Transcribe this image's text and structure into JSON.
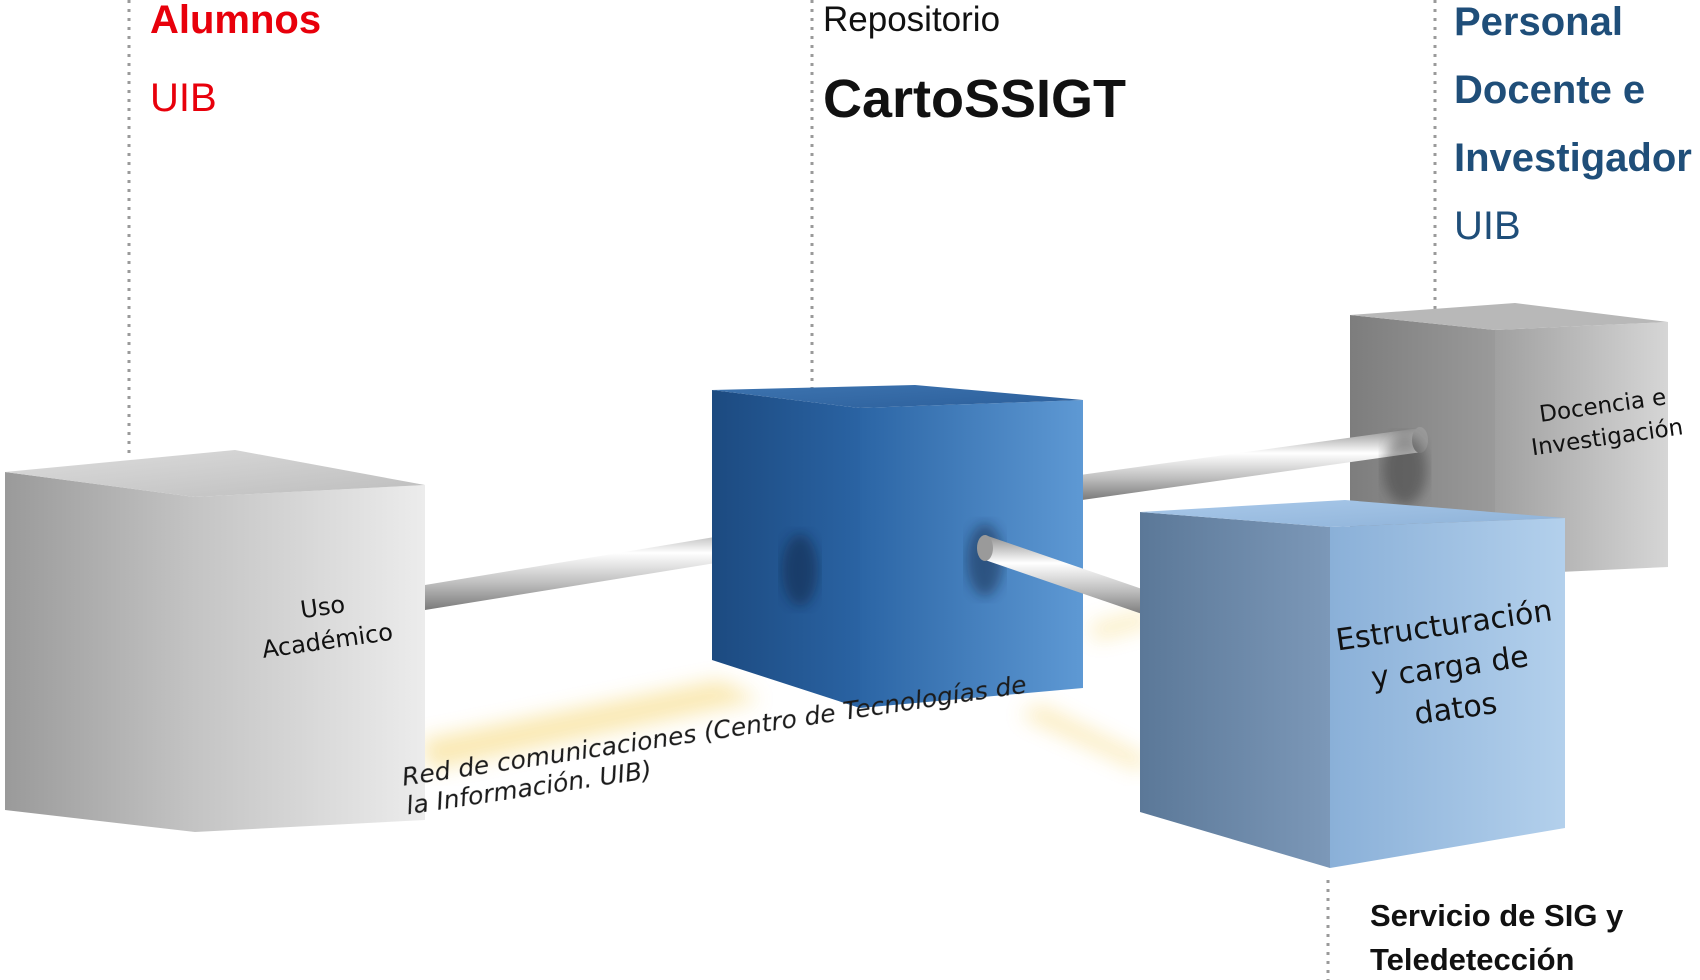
{
  "columns": {
    "alumnos": {
      "title": "Alumnos",
      "sub": "UIB"
    },
    "repositorio": {
      "title": "Repositorio",
      "name": "CartoSSIGT"
    },
    "personal": {
      "line1": "Personal",
      "line2": "Docente e",
      "line3": "Investigador",
      "sub": "UIB"
    }
  },
  "boxes": {
    "uso": {
      "line1": "Uso",
      "line2": "Académico"
    },
    "docencia": {
      "line1": "Docencia e",
      "line2": "Investigación"
    },
    "estructuracion": {
      "line1": "Estructuración",
      "line2": "y  carga de",
      "line3": "datos"
    }
  },
  "network": {
    "line1": "Red de comunicaciones (Centro de Tecnologías de",
    "line2": "la Información. UIB)"
  },
  "servicio": {
    "line1": "Servicio de SIG y",
    "line2": "Teledetección"
  },
  "colors": {
    "red": "#e8000b",
    "navy": "#1f4e79",
    "repo_blue": "#2e6aa8",
    "light_blue": "#8fb4d9",
    "gray": "#c9c9c9",
    "glow": "#f5d46a"
  }
}
